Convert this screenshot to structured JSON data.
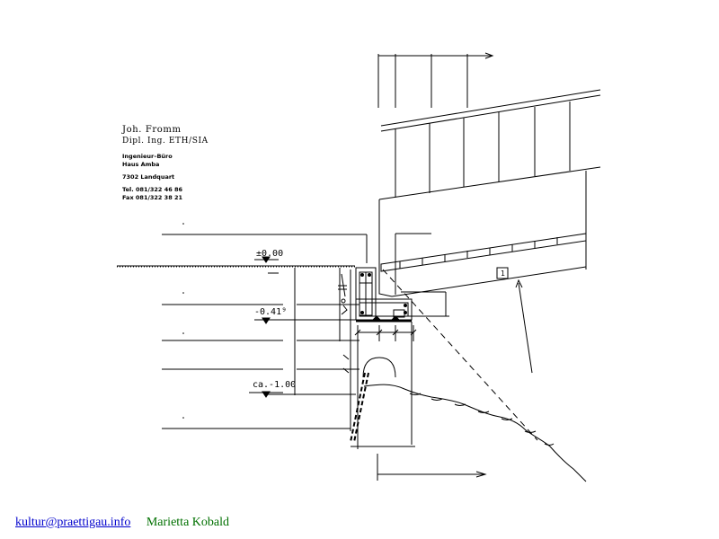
{
  "title_block": {
    "name": "Joh.  Fromm",
    "degree": "Dipl.  Ing.  ETH/SIA",
    "office": "Ingenieur–Büro",
    "building": "Haus Amba",
    "city": "7302  Landquart",
    "tel": "Tel.  081/322  46  86",
    "fax": "Fax  081/322  38  21"
  },
  "levels": {
    "zero": "±0.00",
    "minus041": "-0.41⁹",
    "minus100": "ca.-1.00"
  },
  "detail_marker": "1",
  "footer": {
    "email": "kultur@praettigau.info",
    "author": "Marietta Kobald"
  }
}
